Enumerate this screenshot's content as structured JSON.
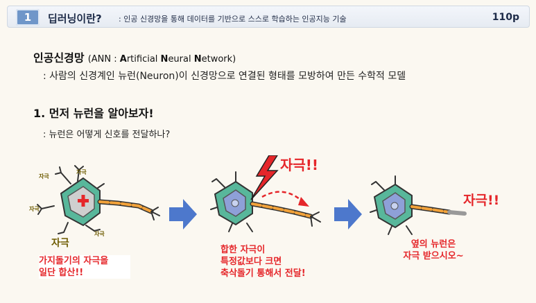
{
  "header": {
    "number": "1",
    "title": "딥러닝이란?",
    "subtitle": ": 인공 신경망을 통해 데이터를 기반으로 스스로 학습하는 인공지능 기술",
    "page": "110p"
  },
  "definition": {
    "term": "인공신경망",
    "abbr_open": "(ANN : ",
    "abbr_a": "A",
    "abbr_rtificial": "rtificial ",
    "abbr_n1": "N",
    "abbr_eural": "eural ",
    "abbr_n2": "N",
    "abbr_etwork": "etwork)",
    "description": ": 사람의 신경계인 뉴런(Neuron)이 신경망으로 연결된 형태를 모방하여 만든 수학적 모델"
  },
  "section": {
    "heading": "1. 먼저 뉴런을 알아보자!",
    "question": ": 뉴런은 어떻게 신호를 전달하나?"
  },
  "stages": {
    "s1": {
      "small_stimulus": "자극",
      "big_stimulus": "자극",
      "note_line1": "가지돌기의 자극을",
      "note_line2": "일단 합산!!"
    },
    "s2": {
      "shout": "자극!!",
      "note_line1": "합한 자극이",
      "note_line2": "특정값보다 크면",
      "note_line3": "축삭돌기 통해서 전달!"
    },
    "s3": {
      "shout": "자극!!",
      "note_line1": "옆의 뉴런은",
      "note_line2": "자극 받으시오~"
    }
  },
  "colors": {
    "cell_body": "#58b79b",
    "nucleus": "#8ea0d8",
    "axon_orange": "#f2a23a",
    "arrow_blue": "#4d78cc",
    "red": "#e5262a"
  }
}
